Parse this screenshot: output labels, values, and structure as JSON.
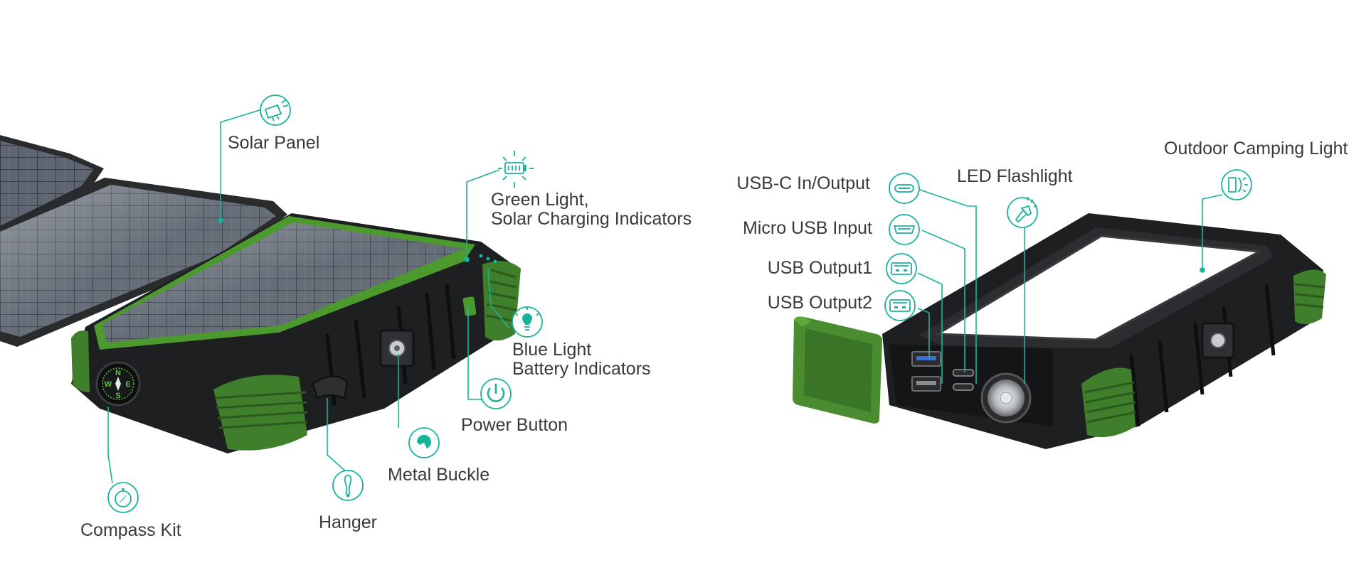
{
  "colors": {
    "accent": "#19b39b",
    "body": "#1c1d1f",
    "body_edge": "#2b2c2e",
    "rubber_green": "#3f7f2b",
    "frame_green": "#4c9a2e",
    "panel": "#5b6470",
    "flashlight_panel": "#ffffff"
  },
  "left_product": {
    "callouts": {
      "solar_panel": {
        "label": "Solar Panel",
        "icon": "solar-panel-icon"
      },
      "green_light": {
        "line1": "Green Light,",
        "line2": "Solar Charging Indicators",
        "icon": "battery-icon"
      },
      "blue_light": {
        "line1": "Blue Light",
        "line2": "Battery Indicators",
        "icon": "bulb-icon"
      },
      "power_button": {
        "label": "Power Button",
        "icon": "power-icon"
      },
      "metal_buckle": {
        "label": "Metal Buckle",
        "icon": "buckle-icon"
      },
      "hanger": {
        "label": "Hanger",
        "icon": "carabiner-icon"
      },
      "compass_kit": {
        "label": "Compass Kit",
        "icon": "compass-icon"
      }
    },
    "compass_letters": {
      "n": "N",
      "e": "E",
      "s": "S",
      "w": "W"
    }
  },
  "right_product": {
    "callouts": {
      "usb_c": {
        "label": "USB-C In/Output",
        "icon": "usb-c-port-icon"
      },
      "micro_usb": {
        "label": "Micro USB Input",
        "icon": "micro-usb-port-icon"
      },
      "usb_output1": {
        "label": "USB Output1",
        "icon": "usb-a-port-icon"
      },
      "usb_output2": {
        "label": "USB Output2",
        "icon": "usb-a-port-icon"
      },
      "led_flashlight": {
        "label": "LED Flashlight",
        "icon": "flashlight-icon"
      },
      "camping_light": {
        "label": "Outdoor Camping Light",
        "icon": "camping-light-icon"
      }
    }
  }
}
